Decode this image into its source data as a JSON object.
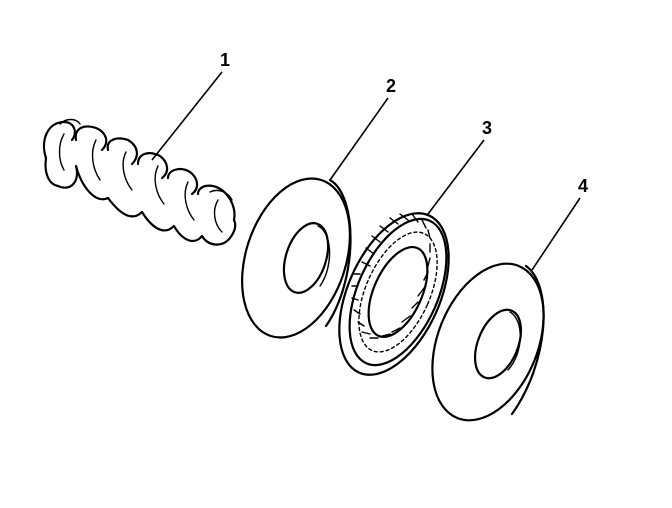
{
  "callouts": [
    {
      "id": "1",
      "label": "1"
    },
    {
      "id": "2",
      "label": "2"
    },
    {
      "id": "3",
      "label": "3"
    },
    {
      "id": "4",
      "label": "4"
    }
  ],
  "colors": {
    "ink": "#000000",
    "background": "#ffffff"
  }
}
